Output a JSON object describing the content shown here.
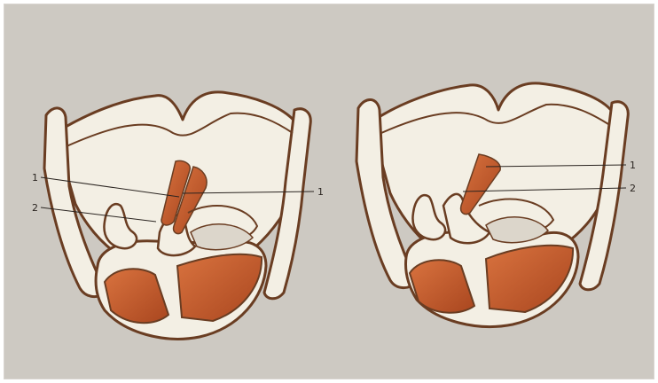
{
  "figure": {
    "background": "#cdc9c2",
    "outline_color": "#6a3d22",
    "cartilage_color": "#f3efe4",
    "muscle_color": "#c9653a",
    "muscle_dark": "#a94a24"
  },
  "left_larynx": {
    "labels": [
      "1",
      "2",
      "1"
    ]
  },
  "right_larynx": {
    "labels": [
      "1",
      "2"
    ]
  }
}
